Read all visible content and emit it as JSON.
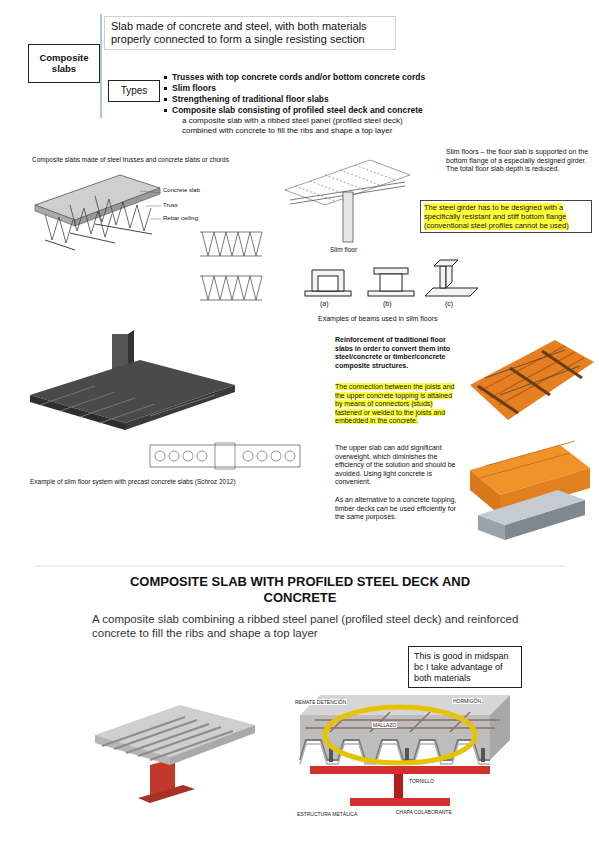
{
  "diagram": {
    "nodes": [
      {
        "text": [
          "Composite slabs"
        ]
      },
      {
        "text": [
          "Slab made of concrete and steel, with both materials properly connected to form a single resisting section"
        ]
      },
      {
        "text": [
          "Types"
        ]
      },
      {
        "text": [
          "The steel girder has to be designed with a specifically resistant and stiff bottom flange (conventional steel profiles cannot be used)"
        ]
      },
      {
        "text": [
          "This is good in midspan bc I take advantage of both materials"
        ]
      }
    ],
    "labels": [
      "Trusses with top concrete cords and/or bottom concrete cords",
      "Slim floors",
      "Strengthening of traditional floor slabs",
      "Composite slab consisting of profiled steel deck and concrete",
      "a composite slab with a ribbed steel panel (profiled steel deck) combined with concrete to fill the ribs and shape a top layer",
      "Composite slabs made of steel trusses and concrete slabs or chords",
      "Concrete slab",
      "Truss",
      "Rebar ceiling",
      "Slim floors – the floor slab is supported on the bottom flange of a especially designed girder. The total floor slab depth is reduced.",
      "Slim floor",
      "(a)",
      "(b)",
      "(c)",
      "Examples of beams used in slim floors",
      "Example of slim floor system with precast concrete slabs (Schroz 2012)",
      "Reinforcement of traditional floor slabs",
      "in order to convert them into steel/concrete or timber/concrete composite structures.",
      "The connection between the joists and the upper concrete topping is attained by means of connectors (studs) fastened or welded to the joists and embedded in the concrete.",
      "The upper slab can add significant overweight, which diminishes the efficiency of the solution and should be avoided. Using light concrete is convenient.",
      "As an alternative to a concrete topping, timber decks can be used efficiently for the same purposes.",
      "COMPOSITE SLAB WITH PROFILED STEEL DECK AND CONCRETE",
      "A composite slab combining a ribbed steel panel (profiled steel deck) and reinforced concrete to fill the ribs and shape a top layer",
      "REMATE DETENCIÓN",
      "HORMIGÓN",
      "MALLAZO",
      "TORNILLO",
      "CHAPA COLABORANTE",
      "ESTRUCTURA METÁLICA"
    ]
  }
}
